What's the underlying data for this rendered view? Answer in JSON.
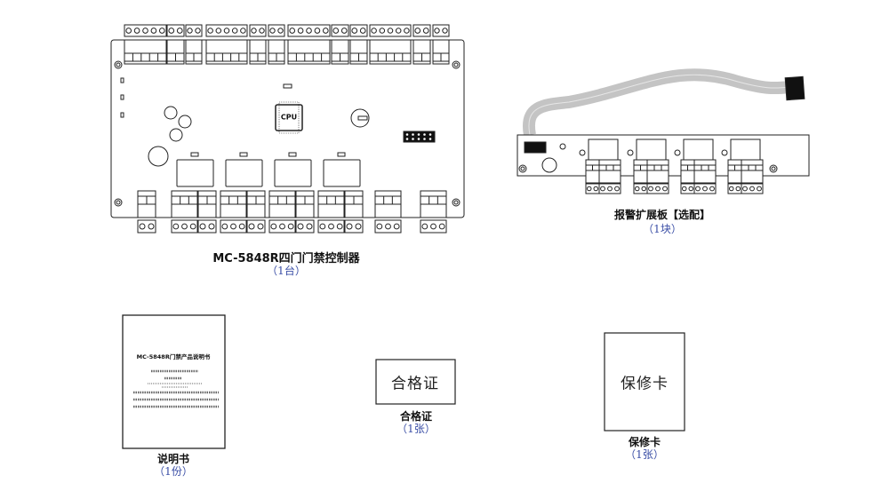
{
  "controller": {
    "chip_label": "CPU",
    "title": "MC-5848R四门门禁控制器",
    "quantity": "（1台）"
  },
  "alarm_board": {
    "title": "报警扩展板【选配】",
    "quantity": "（1块）"
  },
  "manual": {
    "cover_title": "MC-5848R门禁产品说明书",
    "title": "说明书",
    "quantity": "（1份）"
  },
  "certificate": {
    "box_text": "合格证",
    "title": "合格证",
    "quantity": "（1张）"
  },
  "warranty": {
    "box_text": "保修卡",
    "title": "保修卡",
    "quantity": "（1张）"
  },
  "colors": {
    "line": "#222222",
    "quantity_text": "#3a4ea6",
    "cable": "#bdbdbd"
  }
}
